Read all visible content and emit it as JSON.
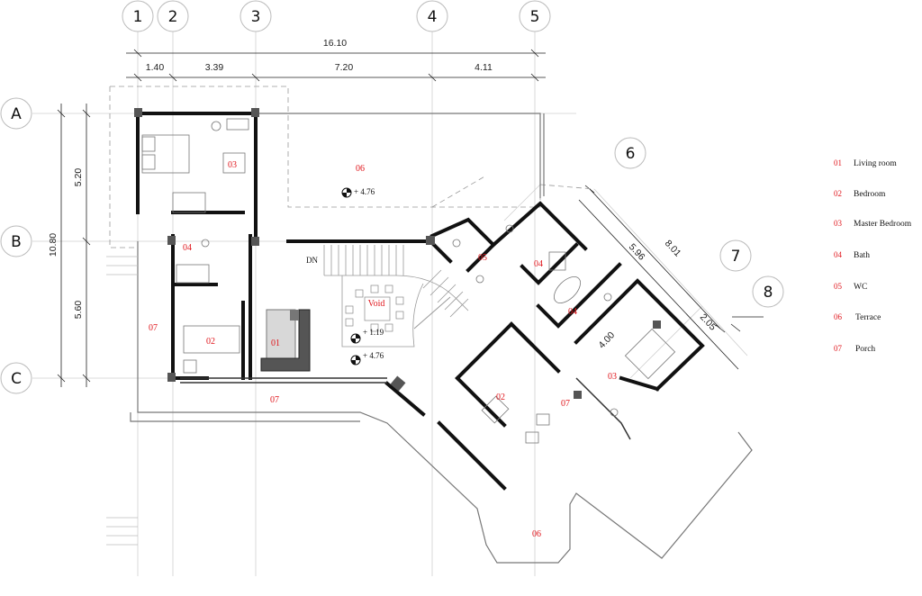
{
  "grid_axes": {
    "vertical": [
      "1",
      "2",
      "3",
      "4",
      "5"
    ],
    "horizontal": [
      "A",
      "B",
      "C"
    ],
    "angled": [
      "6",
      "7",
      "8"
    ]
  },
  "dimensions": {
    "overall_width": "16.10",
    "bays": [
      "1.40",
      "3.39",
      "7.20",
      "4.11"
    ],
    "overall_height": "10.80",
    "rows": [
      "5.20",
      "5.60"
    ],
    "angled_overall": "8.01",
    "angled_parts": [
      "5.96",
      "2.05"
    ],
    "inner": "4.00"
  },
  "plan_labels": {
    "terrace_top": "06",
    "terrace_bottom": "06",
    "master_left": "03",
    "master_right": "03",
    "bath_left": "04",
    "bath_right_top": "04",
    "bath_right_mid": "04",
    "wc": "05",
    "bed_left": "02",
    "bed_right": "02",
    "living": "01",
    "porch_left": "07",
    "porch_bottom": "07",
    "porch_right": "07",
    "void": "Void",
    "stair": "DN"
  },
  "levels": [
    "+ 4.76",
    "+ 1.19",
    "+ 4.76"
  ],
  "legend": [
    {
      "num": "01",
      "label": "Living room"
    },
    {
      "num": "02",
      "label": "Bedroom"
    },
    {
      "num": "03",
      "label": "Master Bedroom"
    },
    {
      "num": "04",
      "label": "Bath"
    },
    {
      "num": "05",
      "label": "WC"
    },
    {
      "num": "06",
      "label": "Terrace"
    },
    {
      "num": "07",
      "label": "Porch"
    }
  ],
  "colors": {
    "room_label": "#e0161c",
    "wall": "#111111",
    "grid": "#c9c9c9"
  }
}
